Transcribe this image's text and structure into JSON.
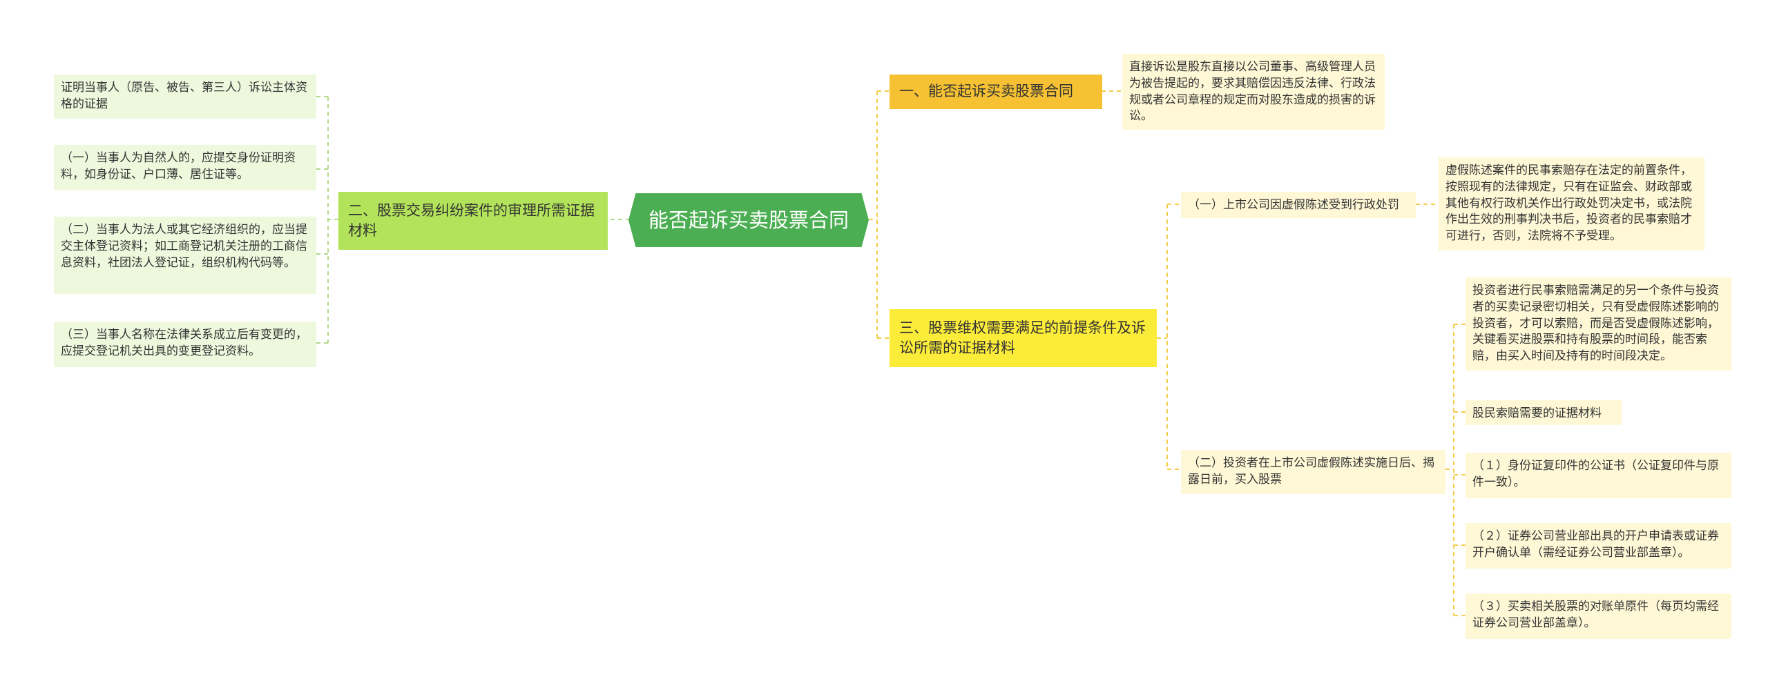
{
  "colors": {
    "root_bg": "#4cae52",
    "branch1_bg": "#f6c233",
    "branch2_bg": "#b3e35a",
    "branch3_bg": "#fcec3a",
    "leaf_yellow_bg": "#fff8d6",
    "leaf_green_bg": "#eef8dd",
    "line_yellow": "#f2cc4a",
    "line_green": "#b3d98a"
  },
  "root": {
    "label": "能否起诉买卖股票合同"
  },
  "branch1": {
    "label": "一、能否起诉买卖股票合同",
    "leaf": "直接诉讼是股东直接以公司董事、高级管理人员为被告提起的，要求其赔偿因违反法律、行政法规或者公司章程的规定而对股东造成的损害的诉讼。"
  },
  "branch2": {
    "label": "二、股票交易纠纷案件的审理所需证据材料",
    "leaves": [
      "证明当事人（原告、被告、第三人）诉讼主体资格的证据",
      "（一）当事人为自然人的，应提交身份证明资料，如身份证、户口薄、居住证等。",
      "（二）当事人为法人或其它经济组织的，应当提交主体登记资料；如工商登记机关注册的工商信息资料，社团法人登记证，组织机构代码等。",
      "（三）当事人名称在法律关系成立后有变更的，应提交登记机关出具的变更登记资料。"
    ]
  },
  "branch3": {
    "label": "三、股票维权需要满足的前提条件及诉讼所需的证据材料",
    "sub1": {
      "label": "（一）上市公司因虚假陈述受到行政处罚",
      "leaf": "虚假陈述案件的民事索赔存在法定的前置条件，按照现有的法律规定，只有在证监会、财政部或其他有权行政机关作出行政处罚决定书，或法院作出生效的刑事判决书后，投资者的民事索赔才可进行，否则，法院将不予受理。"
    },
    "sub2": {
      "label": "（二）投资者在上市公司虚假陈述实施日后、揭露日前，买入股票",
      "leaves": [
        "投资者进行民事索赔需满足的另一个条件与投资者的买卖记录密切相关，只有受虚假陈述影响的投资者，才可以索赔，而是否受虚假陈述影响，关键看买进股票和持有股票的时间段，能否索赔，由买入时间及持有的时间段决定。",
        "股民索赔需要的证据材料",
        "（１）身份证复印件的公证书（公证复印件与原件一致）。",
        "（２）证券公司营业部出具的开户申请表或证券开户确认单（需经证券公司营业部盖章）。",
        "（３）买卖相关股票的对账单原件（每页均需经证券公司营业部盖章）。"
      ]
    }
  }
}
